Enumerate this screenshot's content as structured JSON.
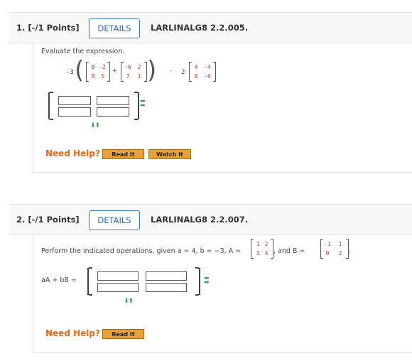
{
  "questions": [
    {
      "number": "1. [-/1 Points]",
      "details": "DETAILS",
      "code": "LARLINALG8 2.2.005.",
      "prompt": "Evaluate the expression.",
      "expr": {
        "scalar1": "-3",
        "m1": [
          "0",
          "-2",
          "8",
          "3"
        ],
        "plus": "+",
        "m2": [
          "-6",
          "2",
          "7",
          "1"
        ],
        "minus": "-",
        "scalar2": "2",
        "m3": [
          "4",
          "-4",
          "8",
          "-9"
        ]
      },
      "need_help": "Need Help?",
      "buttons": [
        "Read It",
        "Watch It"
      ]
    },
    {
      "number": "2. [-/1 Points]",
      "details": "DETAILS",
      "code": "LARLINALG8 2.2.007.",
      "prompt": "Perform the indicated operations, given a = 4, b = −3, A =",
      "A": [
        "1",
        "2",
        "3",
        "4"
      ],
      "and_b": ", and B =",
      "B": [
        "-1",
        "1",
        "0",
        "2"
      ],
      "period": ".",
      "answer_label": "aA + bB =",
      "need_help": "Need Help?",
      "buttons": [
        "Read It"
      ]
    }
  ],
  "icons": {
    "add_col": "arrows-left-right-icon",
    "add_row": "arrows-up-down-icon"
  },
  "colors": {
    "accent": "#2a6bb0",
    "help": "#e06b1a",
    "button": "#e8a13a",
    "arrow": "#2e9e4f"
  }
}
